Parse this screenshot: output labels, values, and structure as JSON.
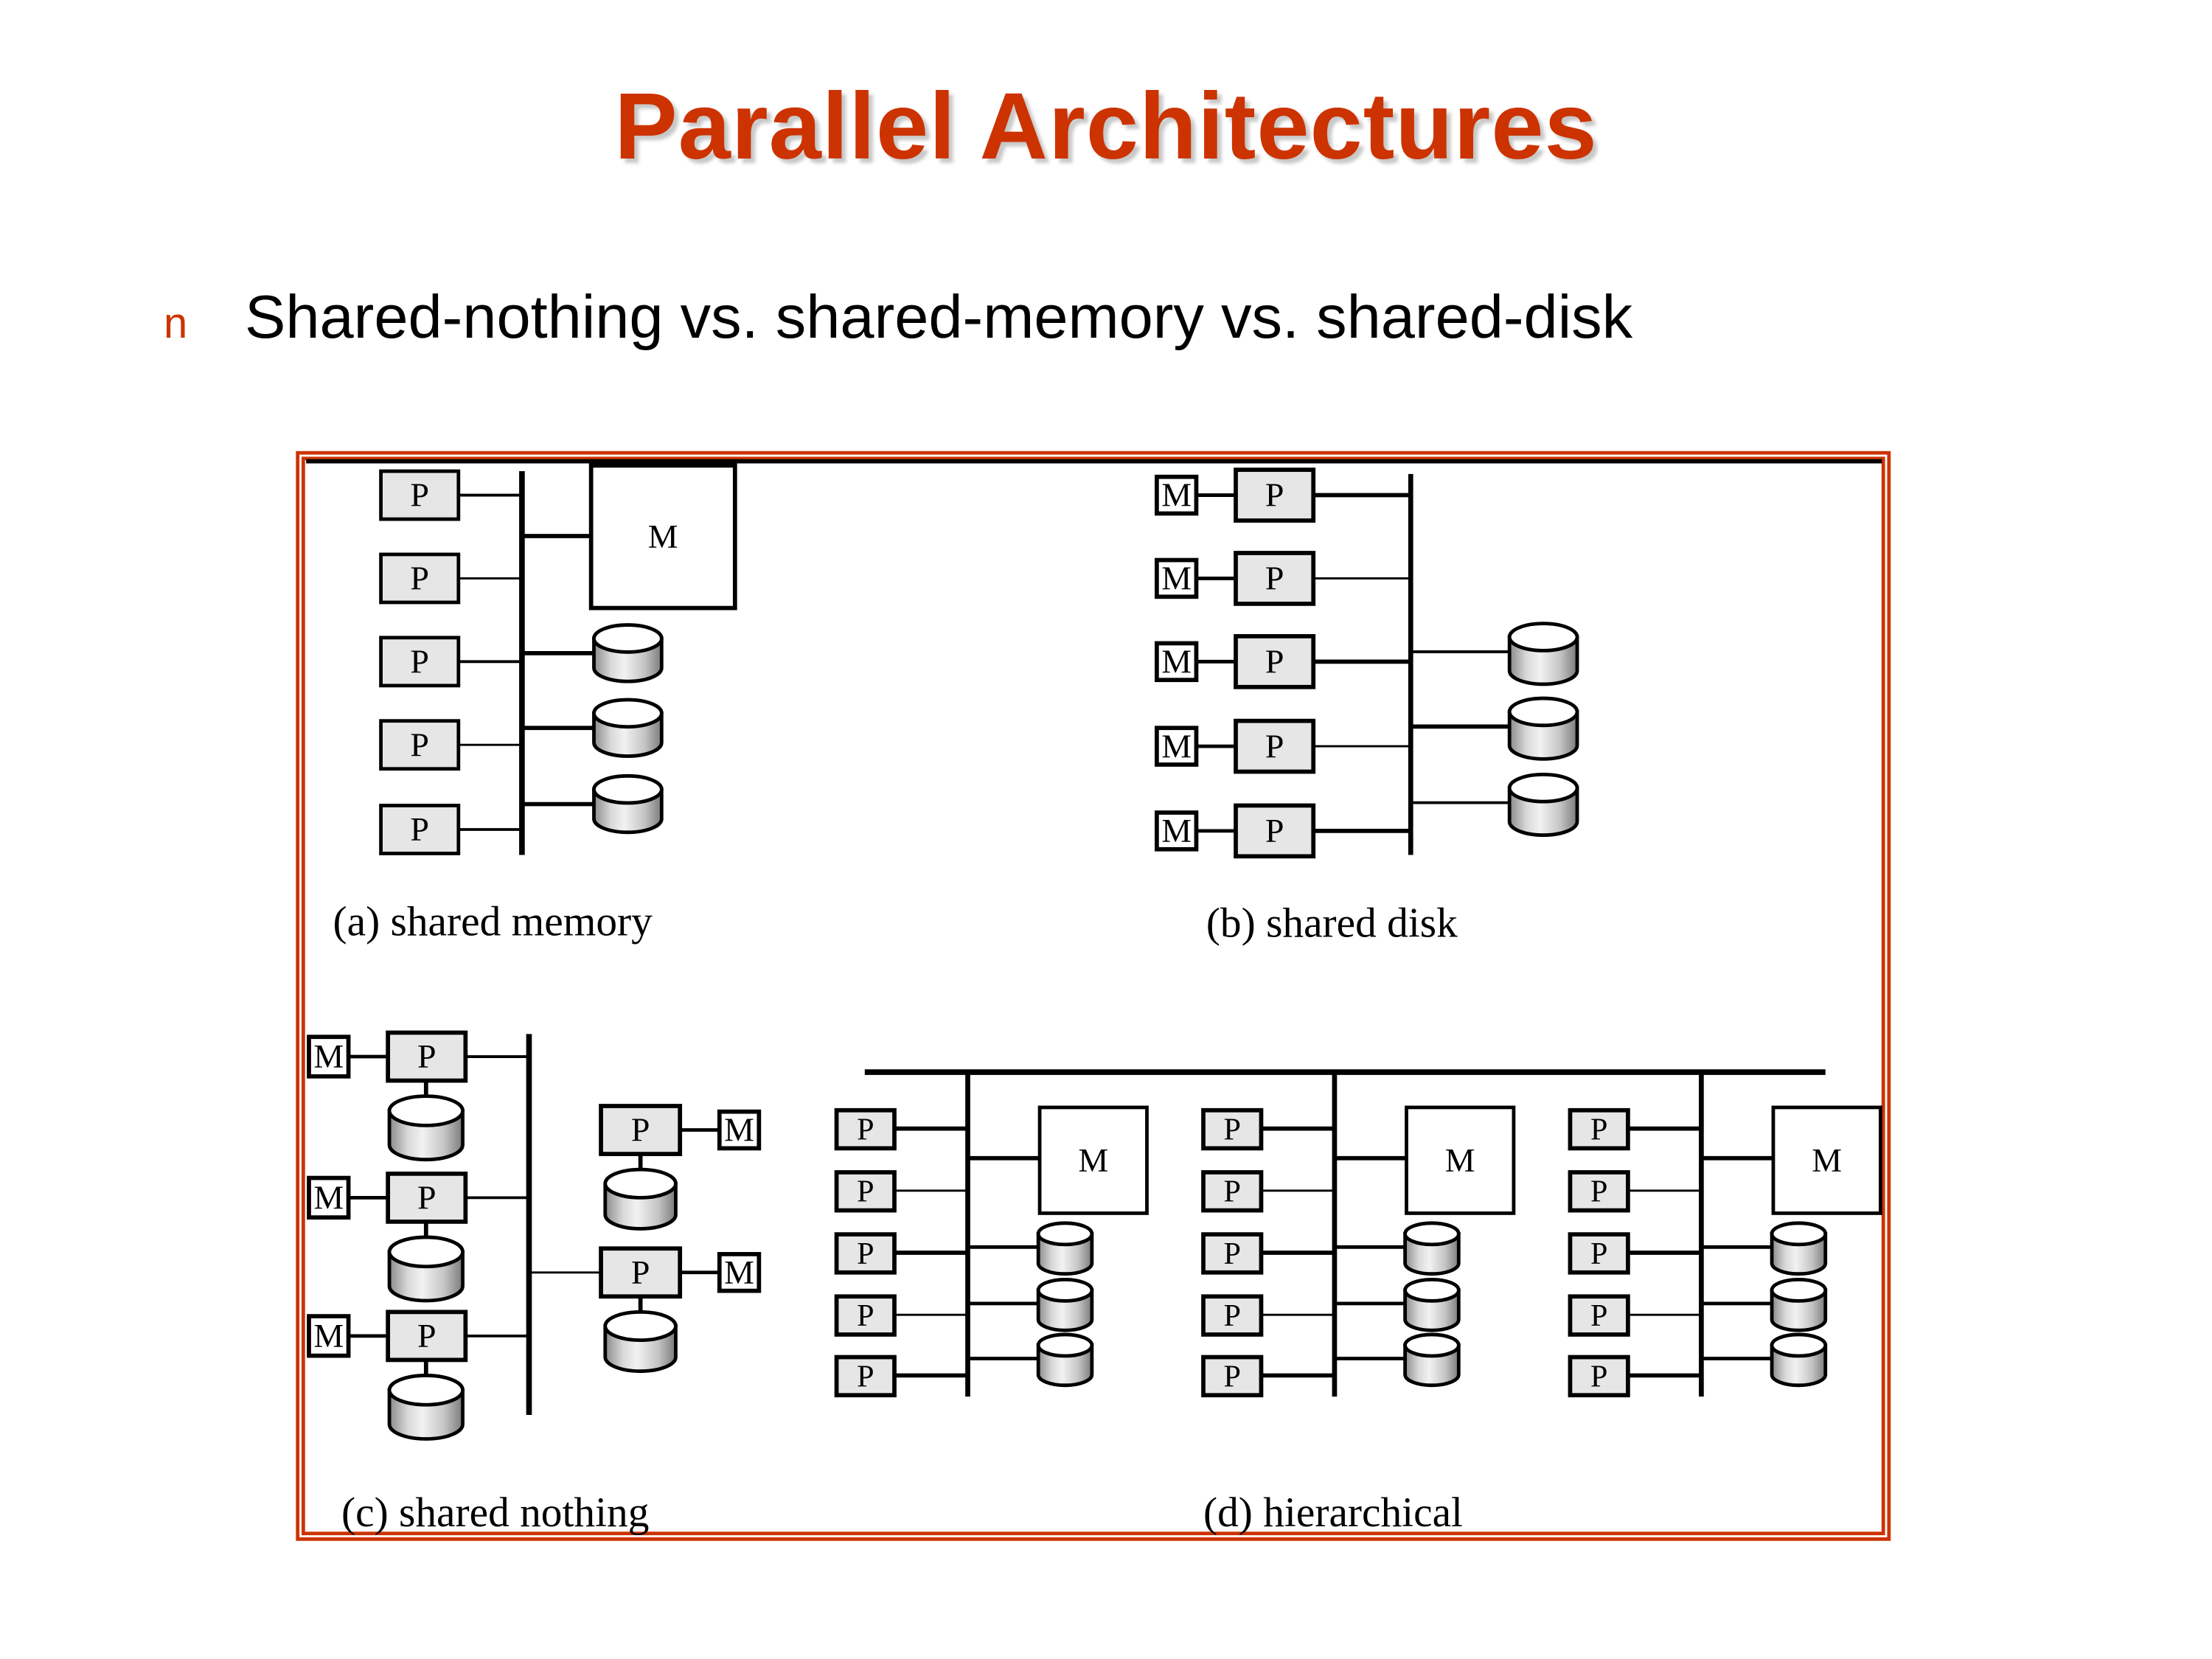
{
  "slide": {
    "title": "Parallel Architectures",
    "bullets": [
      {
        "marker": "n",
        "text": "Shared-nothing vs. shared-memory vs. shared-disk"
      }
    ]
  },
  "colors": {
    "accent": "#cc3300",
    "processor_fill": "#e6e6e6",
    "memory_fill": "#ffffff",
    "line": "#000000"
  },
  "figure": {
    "labels": {
      "processor": "P",
      "memory": "M"
    },
    "panels": [
      {
        "id": "a",
        "caption": "(a) shared memory",
        "processors": 5,
        "disks": 3,
        "memory_modules": 1,
        "memory": "shared"
      },
      {
        "id": "b",
        "caption": "(b) shared disk",
        "processors": 5,
        "disks": 3,
        "memory_modules": 5,
        "memory": "per-processor"
      },
      {
        "id": "c",
        "caption": "(c) shared nothing",
        "nodes": 5,
        "node_components": [
          "P",
          "M",
          "disk"
        ]
      },
      {
        "id": "d",
        "caption": "(d) hierarchical",
        "groups": 3,
        "processors_per_group": 5,
        "disks_per_group": 3,
        "memory_per_group": 1
      }
    ]
  }
}
